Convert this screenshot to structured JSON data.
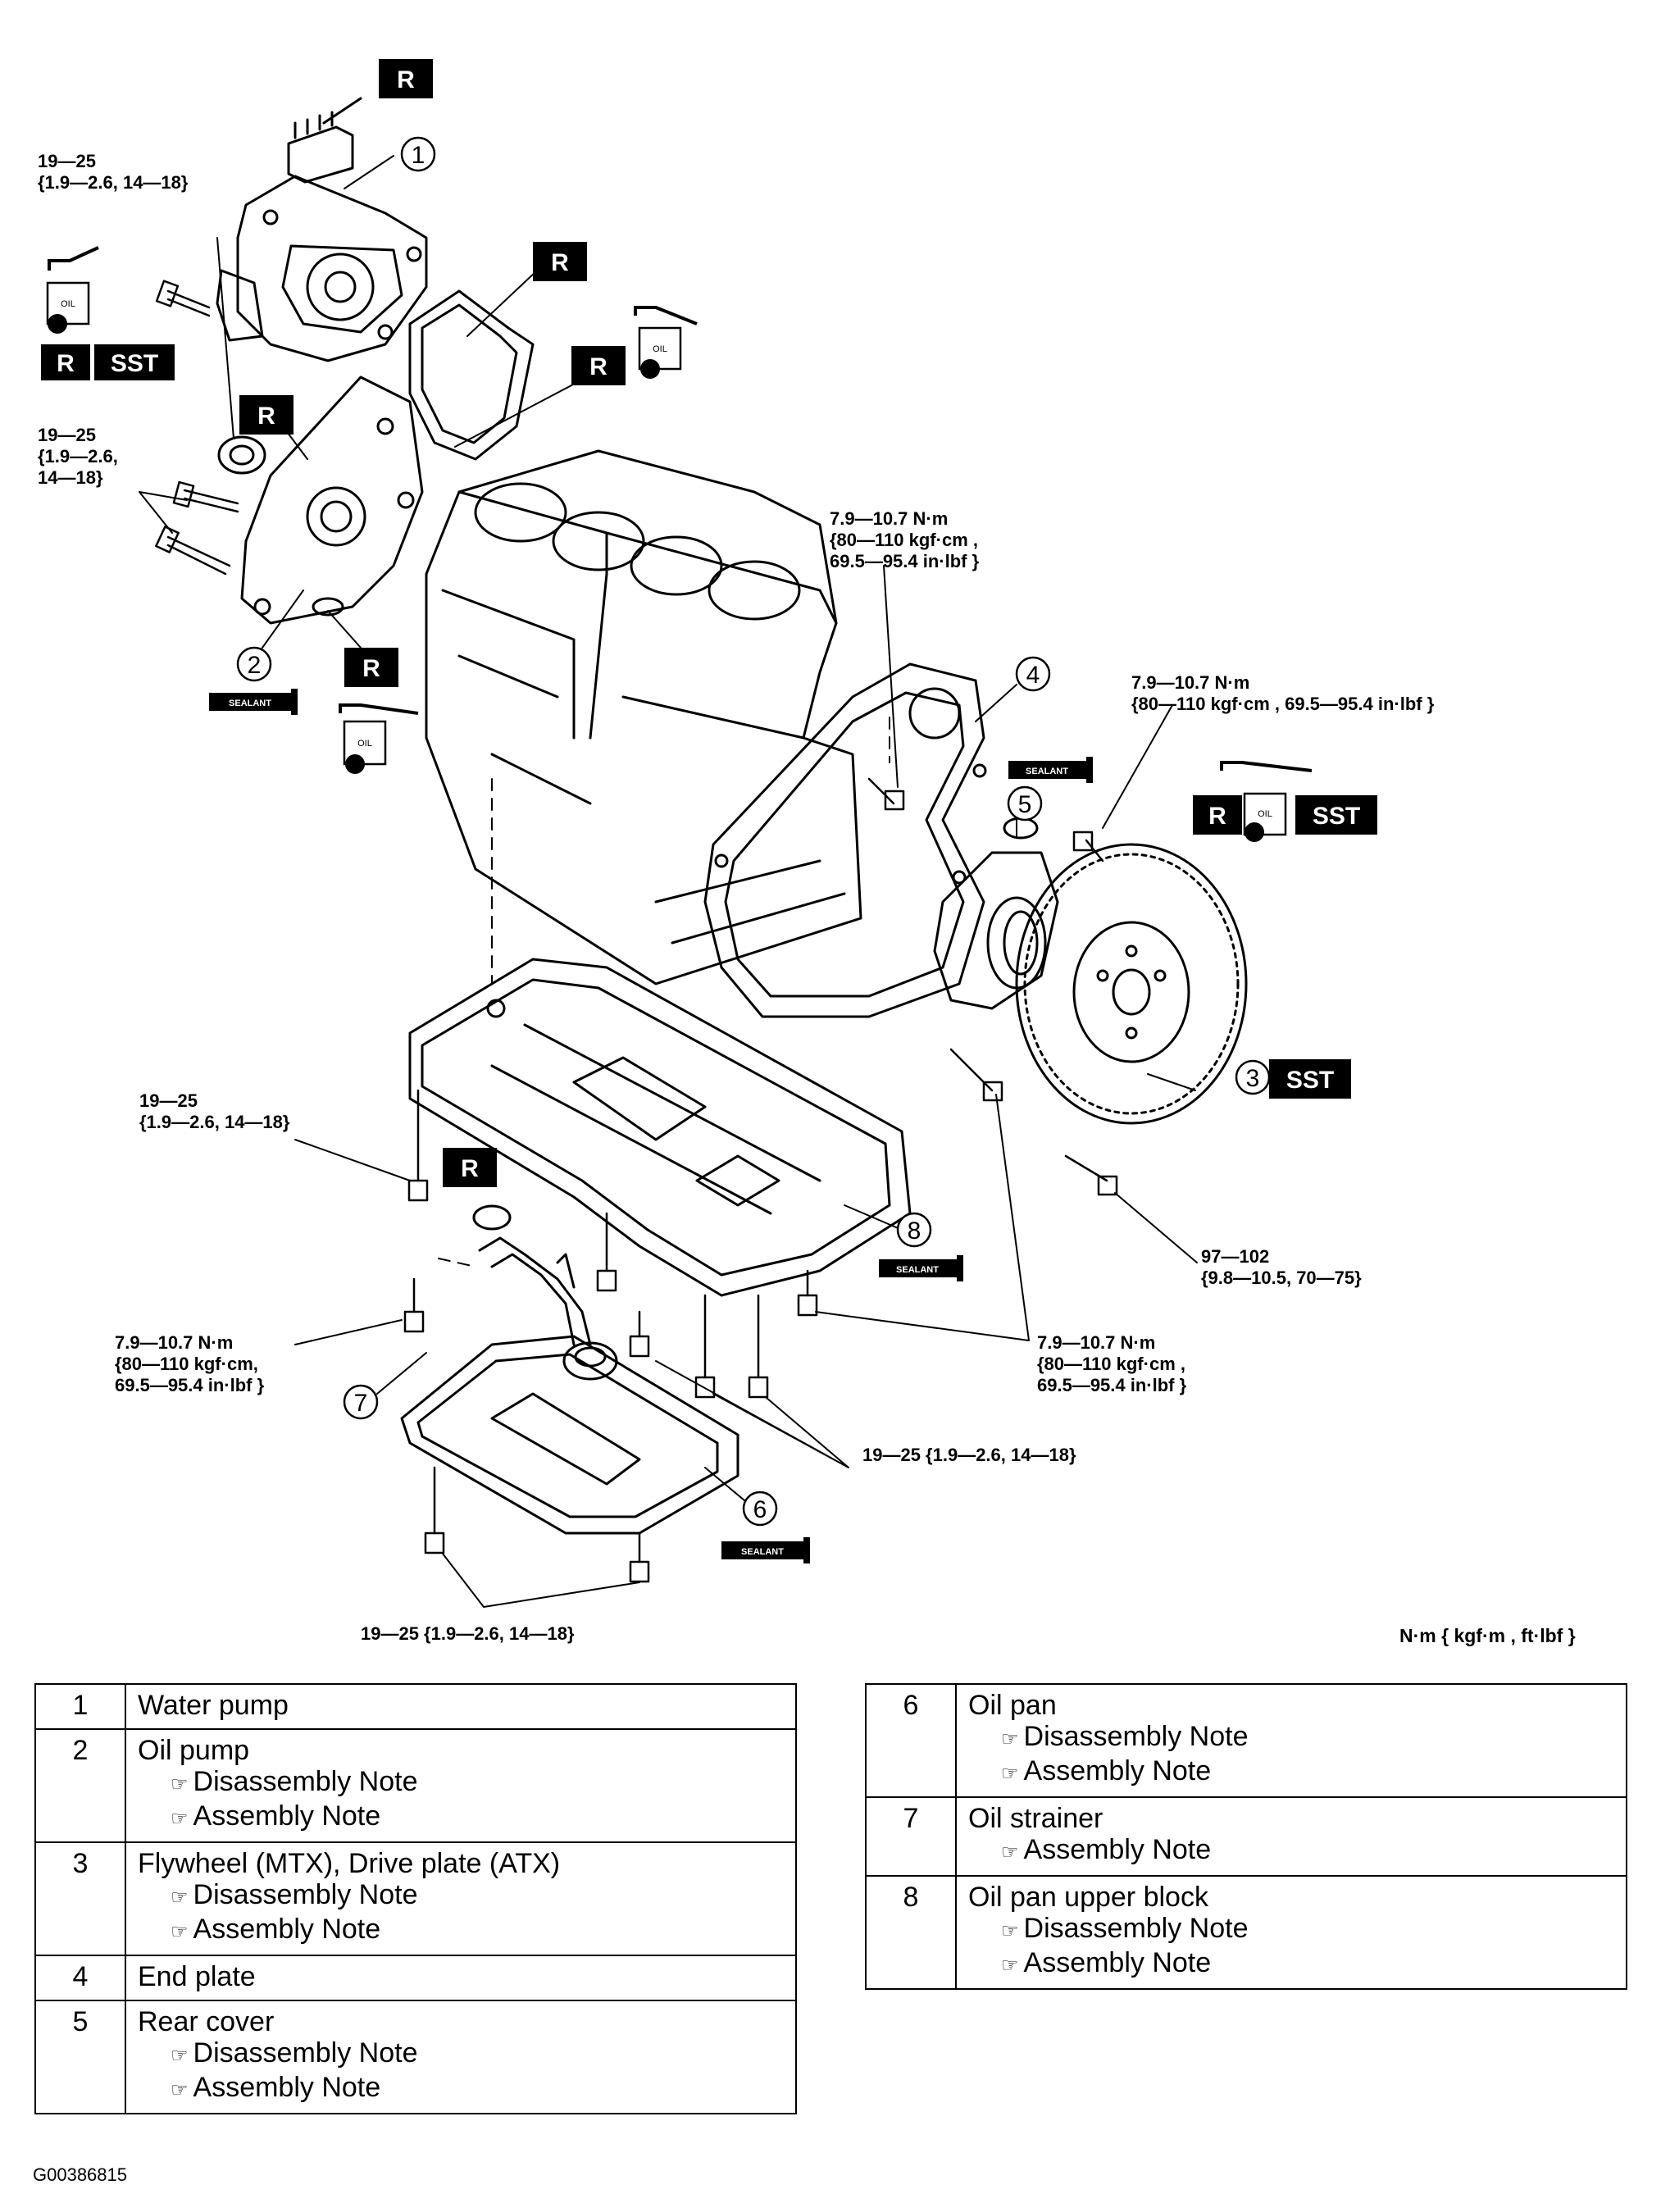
{
  "badges": {
    "replace": "R",
    "special_tool": "SST",
    "oil": "OIL",
    "sealant": "SEALANT"
  },
  "callouts": [
    "1",
    "2",
    "3",
    "4",
    "5",
    "6",
    "7",
    "8"
  ],
  "torque_specs": {
    "water_pump_bolt": "19—25\n{1.9—2.6, 14—18}",
    "oil_pump_bolts": "19—25\n{1.9—2.6,\n14—18}",
    "end_plate_bolt": "7.9—10.7 N·m\n{80—110 kgf·cm ,\n69.5—95.4 in·lbf }",
    "rear_cover_bolt": "7.9—10.7 N·m\n{80—110 kgf·cm , 69.5—95.4 in·lbf }",
    "upper_block_bolt_left": "19—25\n{1.9—2.6, 14—18}",
    "oil_strainer_bolt": "7.9—10.7 N·m\n{80—110 kgf·cm,\n69.5—95.4 in·lbf }",
    "upper_block_bolt_rear": "7.9—10.7 N·m\n{80—110 kgf·cm ,\n69.5—95.4 in·lbf }",
    "flywheel_bolt": "97—102\n{9.8—10.5, 70—75}",
    "upper_block_bolts_bottom": "19—25 {1.9—2.6, 14—18}",
    "oil_pan_bolts": "19—25 {1.9—2.6, 14—18}"
  },
  "units_legend": "N·m { kgf·m , ft·lbf }",
  "note_marker": "☞",
  "parts_left": [
    {
      "num": "1",
      "name": "Water pump",
      "notes": []
    },
    {
      "num": "2",
      "name": "Oil pump",
      "notes": [
        "Disassembly Note",
        "Assembly Note"
      ]
    },
    {
      "num": "3",
      "name": "Flywheel (MTX), Drive plate (ATX)",
      "notes": [
        "Disassembly Note",
        "Assembly Note"
      ]
    },
    {
      "num": "4",
      "name": "End plate",
      "notes": []
    },
    {
      "num": "5",
      "name": "Rear cover",
      "notes": [
        "Disassembly Note",
        "Assembly Note"
      ]
    }
  ],
  "parts_right": [
    {
      "num": "6",
      "name": "Oil pan",
      "notes": [
        "Disassembly Note",
        "Assembly Note"
      ]
    },
    {
      "num": "7",
      "name": "Oil strainer",
      "notes": [
        "Assembly Note"
      ]
    },
    {
      "num": "8",
      "name": "Oil pan upper block",
      "notes": [
        "Disassembly Note",
        "Assembly Note"
      ]
    }
  ],
  "figure_id": "G00386815"
}
